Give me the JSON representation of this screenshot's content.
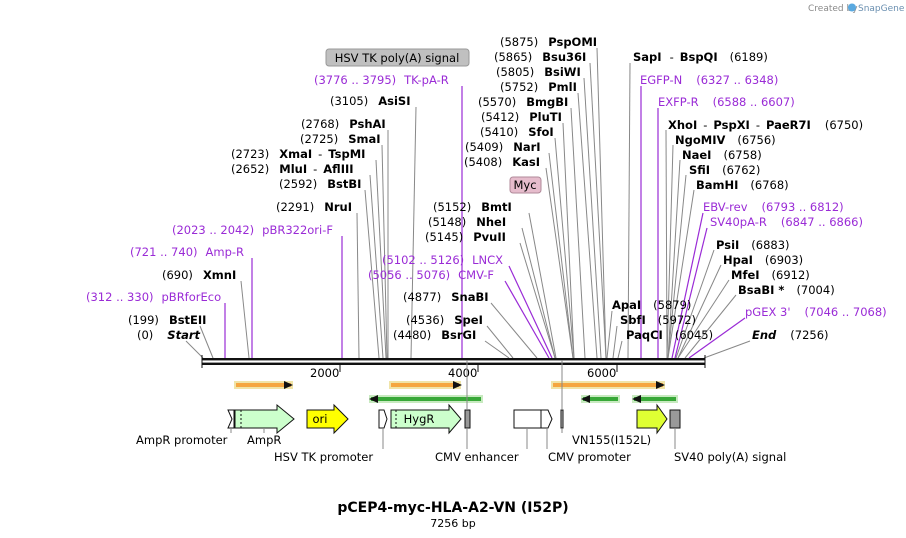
{
  "credit": {
    "prefix": "Created by",
    "brand": "SnapGene"
  },
  "plasmid": {
    "name": "pCEP4-myc-HLA-A2-VN (I52P)",
    "size_text": "7256 bp"
  },
  "axis": {
    "length_bp": 7256,
    "ticks": [
      "2000",
      "4000",
      "6000"
    ]
  },
  "sites": [
    {
      "pos": "(0)",
      "name": "Start",
      "style": "ital"
    },
    {
      "pos": "(199)",
      "name": "BstEII"
    },
    {
      "pos": "(690)",
      "name": "XmnI"
    },
    {
      "pos": "(2291)",
      "name": "NruI"
    },
    {
      "pos": "(2592)",
      "name": "BstBI"
    },
    {
      "pos": "(2652)",
      "name": "MluI",
      "alt": "AflIII"
    },
    {
      "pos": "(2723)",
      "name": "XmaI",
      "alt": "TspMI"
    },
    {
      "pos": "(2725)",
      "name": "SmaI"
    },
    {
      "pos": "(2768)",
      "name": "PshAI"
    },
    {
      "pos": "(3105)",
      "name": "AsiSI"
    },
    {
      "pos": "(4480)",
      "name": "BsrGI"
    },
    {
      "pos": "(4536)",
      "name": "SpeI"
    },
    {
      "pos": "(4877)",
      "name": "SnaBI"
    },
    {
      "pos": "(5145)",
      "name": "PvuII"
    },
    {
      "pos": "(5148)",
      "name": "NheI"
    },
    {
      "pos": "(5152)",
      "name": "BmtI"
    },
    {
      "pos": "(5408)",
      "name": "KasI"
    },
    {
      "pos": "(5409)",
      "name": "NarI"
    },
    {
      "pos": "(5410)",
      "name": "SfoI"
    },
    {
      "pos": "(5412)",
      "name": "PluTI"
    },
    {
      "pos": "(5570)",
      "name": "BmgBI"
    },
    {
      "pos": "(5752)",
      "name": "PmlI"
    },
    {
      "pos": "(5805)",
      "name": "BsiWI"
    },
    {
      "pos": "(5865)",
      "name": "Bsu36I"
    },
    {
      "pos": "(5875)",
      "name": "PspOMI"
    },
    {
      "pos": "(5879)",
      "name": "ApaI"
    },
    {
      "pos": "(5972)",
      "name": "SbfI"
    },
    {
      "pos": "(6045)",
      "name": "PaqCI"
    },
    {
      "pos": "(6189)",
      "name": "SapI",
      "alt": "BspQI"
    },
    {
      "pos": "(6750)",
      "name": "XhoI",
      "alt": "PspXI",
      "alt2": "PaeR7I"
    },
    {
      "pos": "(6756)",
      "name": "NgoMIV"
    },
    {
      "pos": "(6758)",
      "name": "NaeI"
    },
    {
      "pos": "(6762)",
      "name": "SfiI"
    },
    {
      "pos": "(6768)",
      "name": "BamHI"
    },
    {
      "pos": "(6883)",
      "name": "PsiI"
    },
    {
      "pos": "(6903)",
      "name": "HpaI"
    },
    {
      "pos": "(6912)",
      "name": "MfeI"
    },
    {
      "pos": "(7004)",
      "name": "BsaBI *"
    },
    {
      "pos": "(7256)",
      "name": "End",
      "style": "ital"
    }
  ],
  "primers": [
    {
      "range": "(312 .. 330)",
      "name": "pBRforEco"
    },
    {
      "range": "(721 .. 740)",
      "name": "Amp-R"
    },
    {
      "range": "(2023 .. 2042)",
      "name": "pBR322ori-F"
    },
    {
      "range": "(3776 .. 3795)",
      "name": "TK-pA-R"
    },
    {
      "range": "(5102 .. 5126)",
      "name": "LNCX"
    },
    {
      "range": "(5056 .. 5076)",
      "name": "CMV-F"
    },
    {
      "range": "(6327 .. 6348)",
      "name": "EGFP-N"
    },
    {
      "range": "(6588 .. 6607)",
      "name": "EXFP-R"
    },
    {
      "range": "(6793 .. 6812)",
      "name": "EBV-rev"
    },
    {
      "range": "(6847 .. 6866)",
      "name": "SV40pA-R"
    },
    {
      "range": "(7046 .. 7068)",
      "name": "pGEX 3'"
    }
  ],
  "boxed_labels": {
    "hsv_polya": "HSV TK poly(A) signal",
    "myc": "Myc"
  },
  "features": {
    "ampr_promoter": "AmpR promoter",
    "ampr": "AmpR",
    "ori": "ori",
    "hsv_tk_promoter": "HSV TK promoter",
    "hygr": "HygR",
    "cmv_enhancer": "CMV enhancer",
    "cmv_promoter": "CMV promoter",
    "vn155": "VN155(I152L)",
    "sv40_polya": "SV40 poly(A) signal"
  },
  "colors": {
    "primer": "#9a2bd6",
    "ampr": "#ccffcc",
    "ori": "#ffff00",
    "hygr": "#ccffcc",
    "vn": "#dfff33",
    "orf_orange": "#f5a640",
    "orf_green": "#38a838",
    "myc_box": "#e6bccc",
    "hsv_box": "#c0c0c0"
  }
}
